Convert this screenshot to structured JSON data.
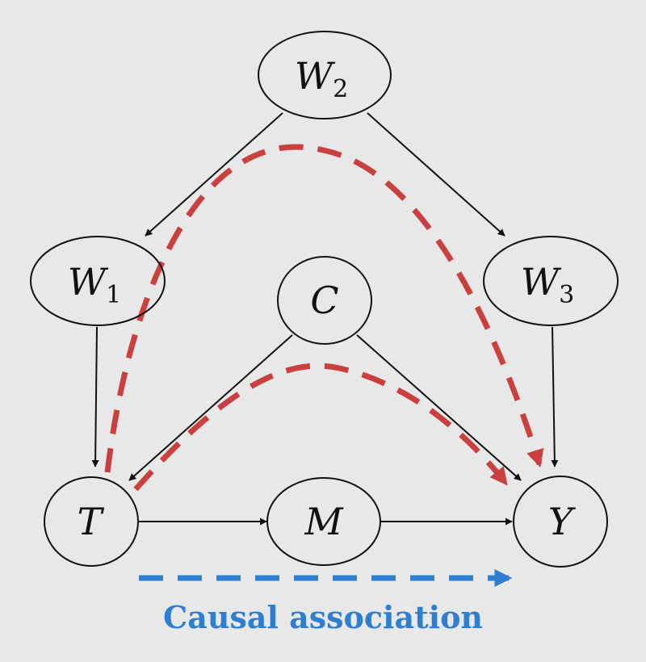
{
  "nodes": {
    "W2": {
      "label": "W",
      "sub": "2"
    },
    "W1": {
      "label": "W",
      "sub": "1"
    },
    "W3": {
      "label": "W",
      "sub": "3"
    },
    "C": {
      "label": "C",
      "sub": ""
    },
    "T": {
      "label": "T",
      "sub": ""
    },
    "M": {
      "label": "M",
      "sub": ""
    },
    "Y": {
      "label": "Y",
      "sub": ""
    }
  },
  "edges": [
    {
      "from": "W2",
      "to": "W1"
    },
    {
      "from": "W2",
      "to": "W3"
    },
    {
      "from": "W1",
      "to": "T"
    },
    {
      "from": "W3",
      "to": "Y"
    },
    {
      "from": "C",
      "to": "T"
    },
    {
      "from": "C",
      "to": "Y"
    },
    {
      "from": "T",
      "to": "M"
    },
    {
      "from": "M",
      "to": "Y"
    }
  ],
  "paths": {
    "backdoor_color": "#c9403f",
    "causal_color": "#2f7fd0"
  },
  "caption": "Causal association"
}
